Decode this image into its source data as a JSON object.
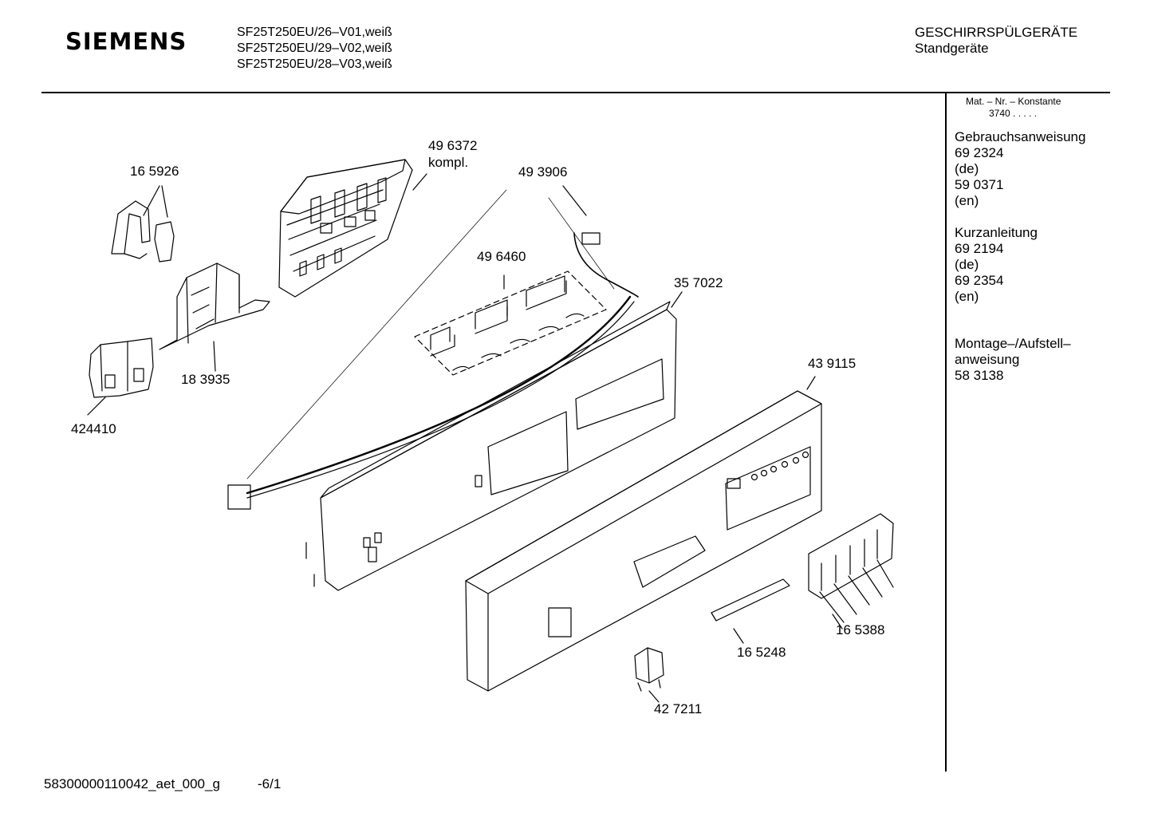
{
  "header": {
    "brand": "SIEMENS",
    "models": [
      "SF25T250EU/26–V01,weiß",
      "SF25T250EU/29–V02,weiß",
      "SF25T250EU/28–V03,weiß"
    ],
    "category": "GESCHIRRSPÜLGERÄTE",
    "subcategory": "Standgeräte"
  },
  "sidebar": {
    "mat_title": "Mat. – Nr. – Konstante",
    "mat_value": "3740  .  .   .  .  .",
    "sections": [
      {
        "lines": [
          "Gebrauchsanweisung",
          "69 2324",
          "(de)",
          "59 0371",
          "(en)"
        ]
      },
      {
        "lines": [
          "Kurzanleitung",
          "69 2194",
          "(de)",
          "69 2354",
          "(en)"
        ]
      },
      {
        "lines": [
          "Montage–/Aufstell–",
          "anweisung",
          "58 3138"
        ]
      }
    ]
  },
  "parts": {
    "p496372_a": "49 6372",
    "p496372_b": "kompl.",
    "p165926": "16 5926",
    "p493906": "49 3906",
    "p496460": "49 6460",
    "p357022": "35 7022",
    "p183935": "18 3935",
    "p424410": "424410",
    "p439115": "43 9115",
    "p165388": "16 5388",
    "p165248": "16 5248",
    "p427211": "42 7211"
  },
  "footer": {
    "doc_id": "58300000110042_aet_000_g",
    "page": "-6/1"
  }
}
